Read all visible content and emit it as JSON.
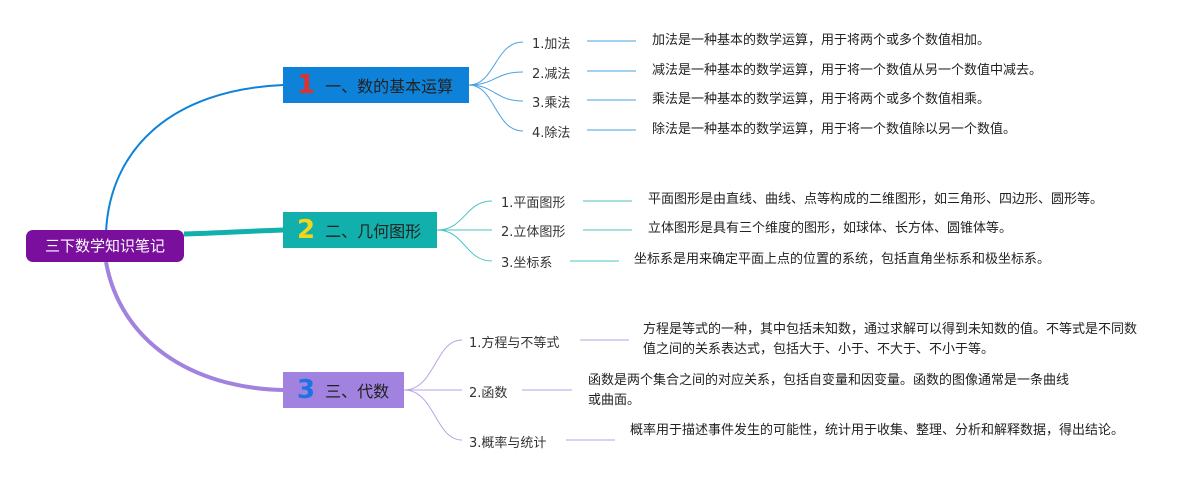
{
  "root": {
    "label": "三下数学知识笔记"
  },
  "branches": [
    {
      "number": "1",
      "label": "一、数的基本运算",
      "color": "#0e82d8",
      "items": [
        {
          "label": "1.加法",
          "desc": "加法是一种基本的数学运算，用于将两个或多个数值相加。"
        },
        {
          "label": "2.减法",
          "desc": "减法是一种基本的数学运算，用于将一个数值从另一个数值中减去。"
        },
        {
          "label": "3.乘法",
          "desc": "乘法是一种基本的数学运算，用于将两个或多个数值相乘。"
        },
        {
          "label": "4.除法",
          "desc": "除法是一种基本的数学运算，用于将一个数值除以另一个数值。"
        }
      ]
    },
    {
      "number": "2",
      "label": "二、几何图形",
      "color": "#11b0ac",
      "items": [
        {
          "label": "1.平面图形",
          "desc": "平面图形是由直线、曲线、点等构成的二维图形，如三角形、四边形、圆形等。"
        },
        {
          "label": "2.立体图形",
          "desc": "立体图形是具有三个维度的图形，如球体、长方体、圆锥体等。"
        },
        {
          "label": "3.坐标系",
          "desc": "坐标系是用来确定平面上点的位置的系统，包括直角坐标系和极坐标系。"
        }
      ]
    },
    {
      "number": "3",
      "label": "三、代数",
      "color": "#a182de",
      "items": [
        {
          "label": "1.方程与不等式",
          "desc": "方程是等式的一种，其中包括未知数，通过求解可以得到未知数的值。不等式是不同数值之间的关系表达式，包括大于、小于、不大于、不小于等。"
        },
        {
          "label": "2.函数",
          "desc": "函数是两个集合之间的对应关系，包括自变量和因变量。函数的图像通常是一条曲线或曲面。"
        },
        {
          "label": "3.概率与统计",
          "desc": "概率用于描述事件发生的可能性，统计用于收集、整理、分析和解释数据，得出结论。"
        }
      ]
    }
  ]
}
